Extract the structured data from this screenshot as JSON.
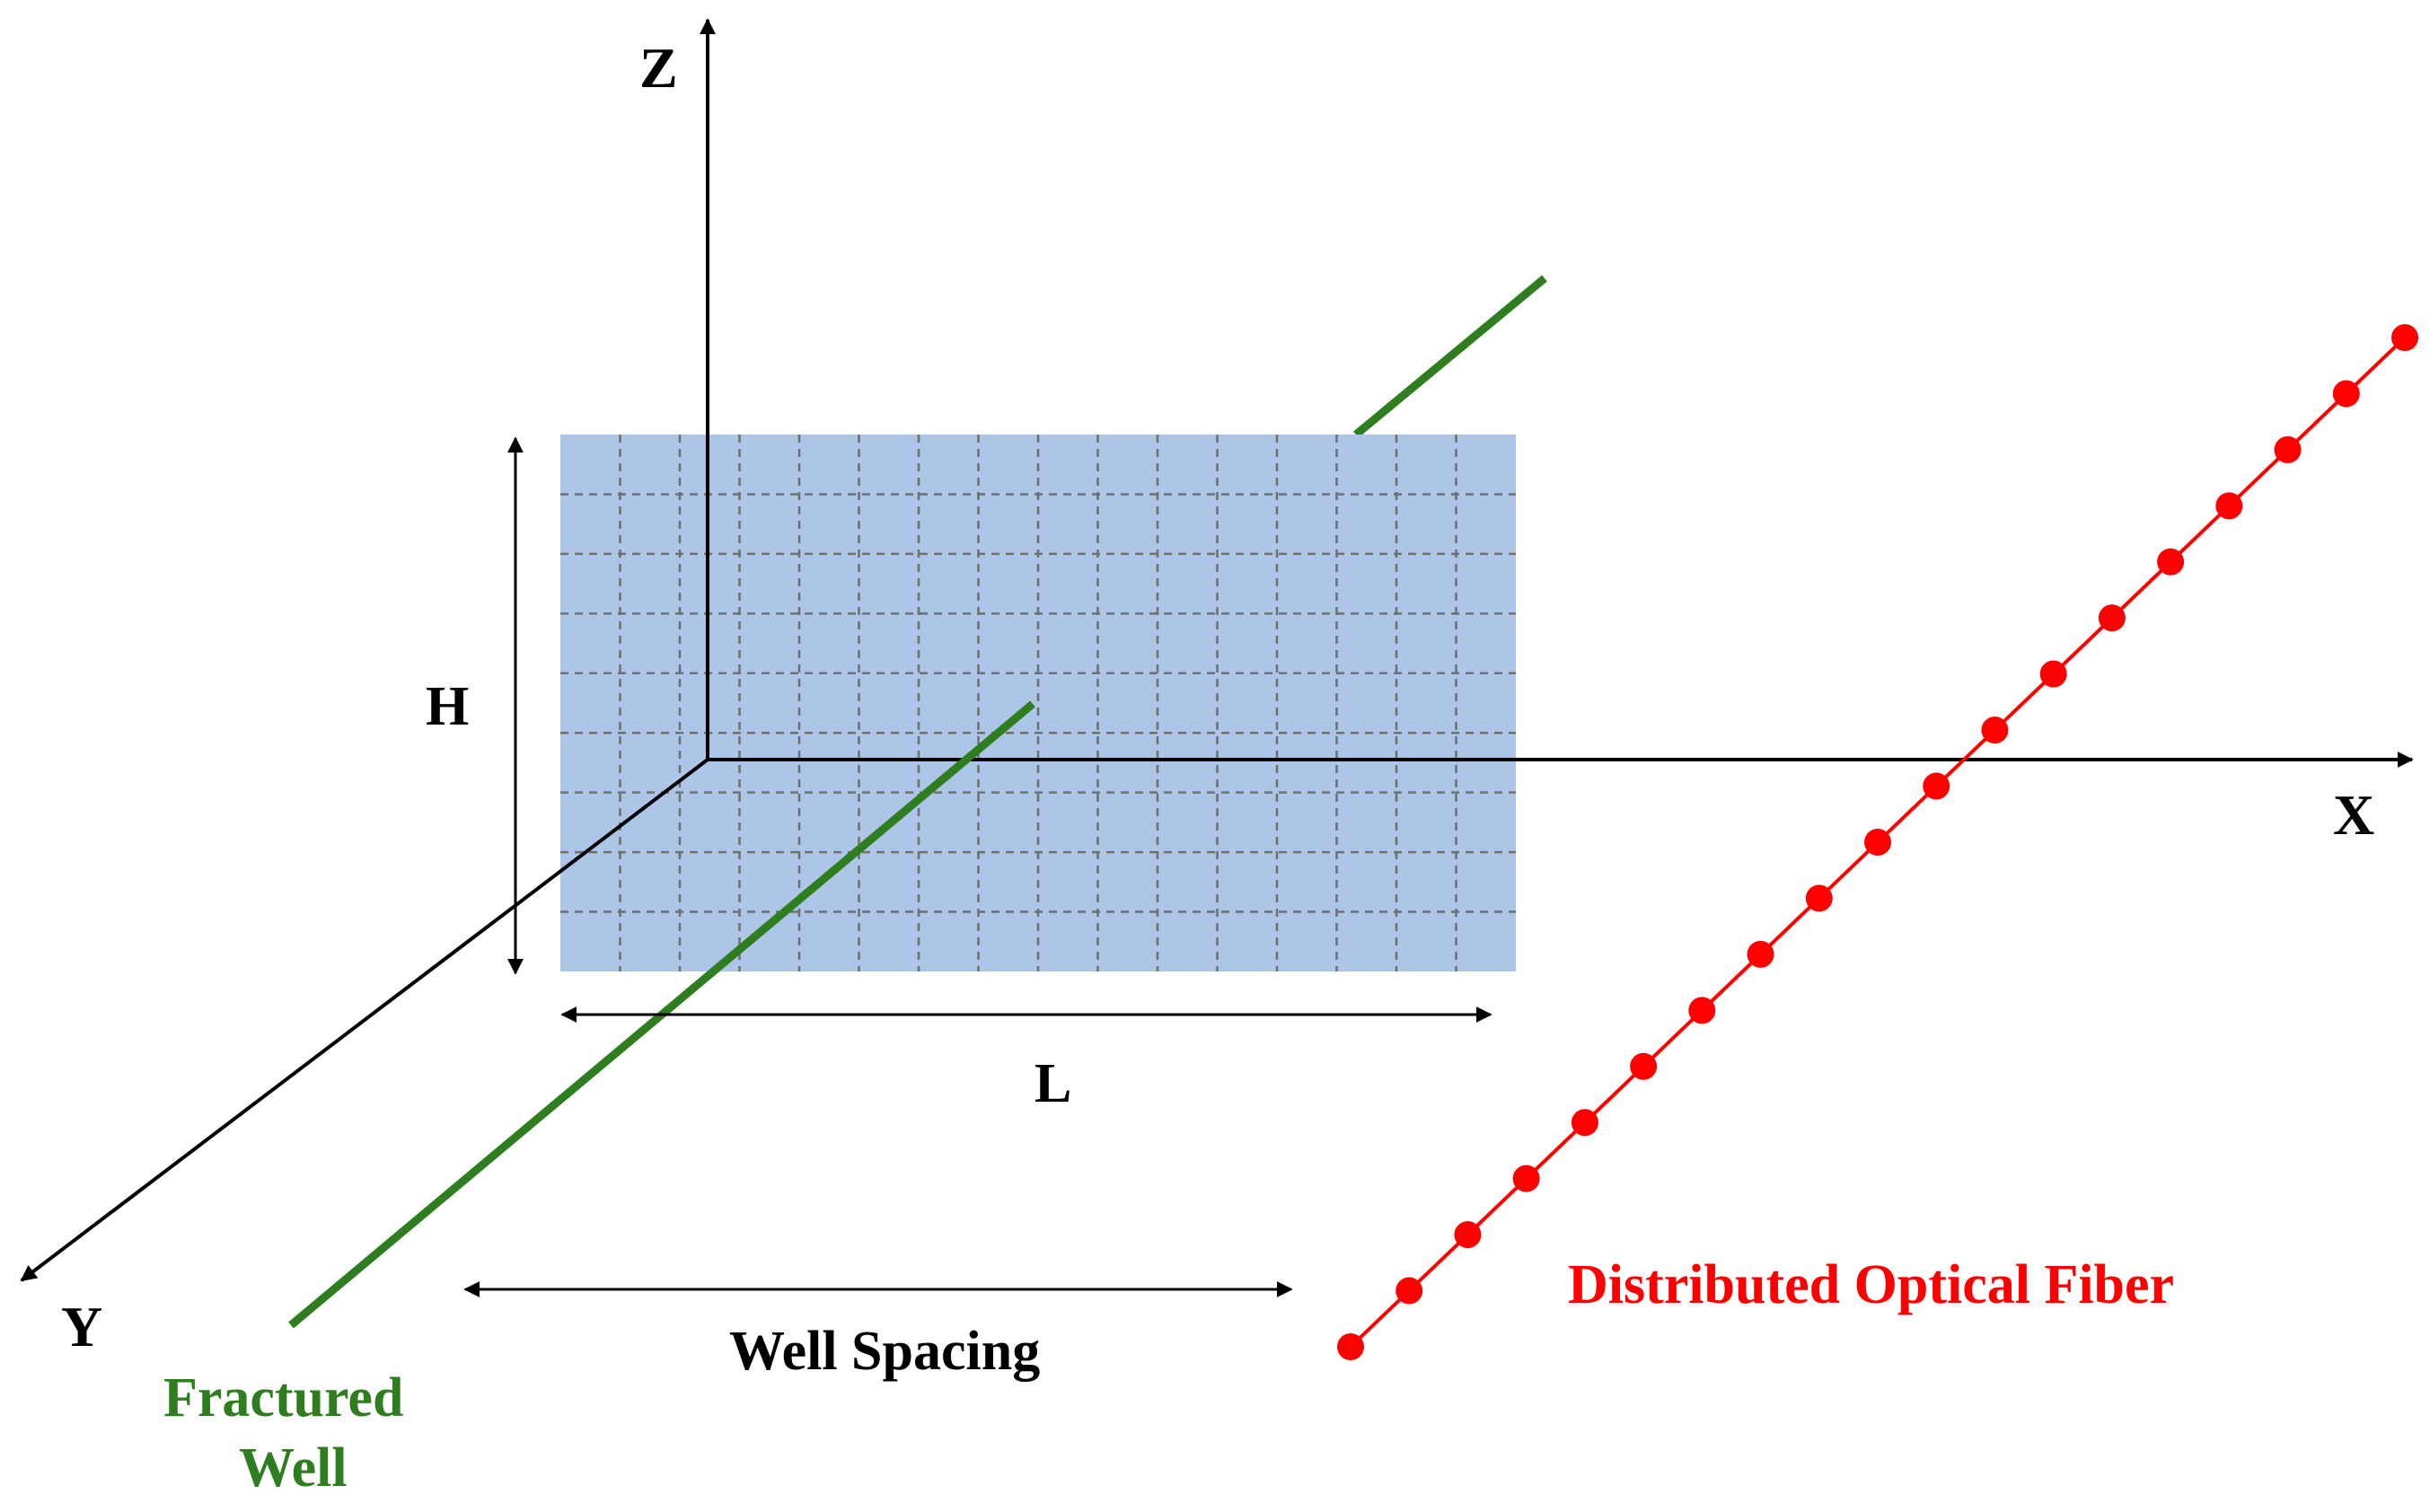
{
  "axes": {
    "x_label": "X",
    "y_label": "Y",
    "z_label": "Z"
  },
  "dimensions": {
    "height_label": "H",
    "length_label": "L",
    "spacing_label": "Well Spacing"
  },
  "fractured_well": {
    "label_line1": "Fractured",
    "label_line2": "Well",
    "color": "#2e7d1f"
  },
  "fiber": {
    "label": "Distributed Optical Fiber",
    "color": "#ff0000",
    "sensor_count": 19
  },
  "fracture_plane": {
    "fill_color": "#adc6e8",
    "grid_color": "#6f6f6f",
    "grid_columns": 16,
    "grid_rows": 9
  },
  "colors": {
    "axis": "#000000",
    "text": "#000000"
  }
}
